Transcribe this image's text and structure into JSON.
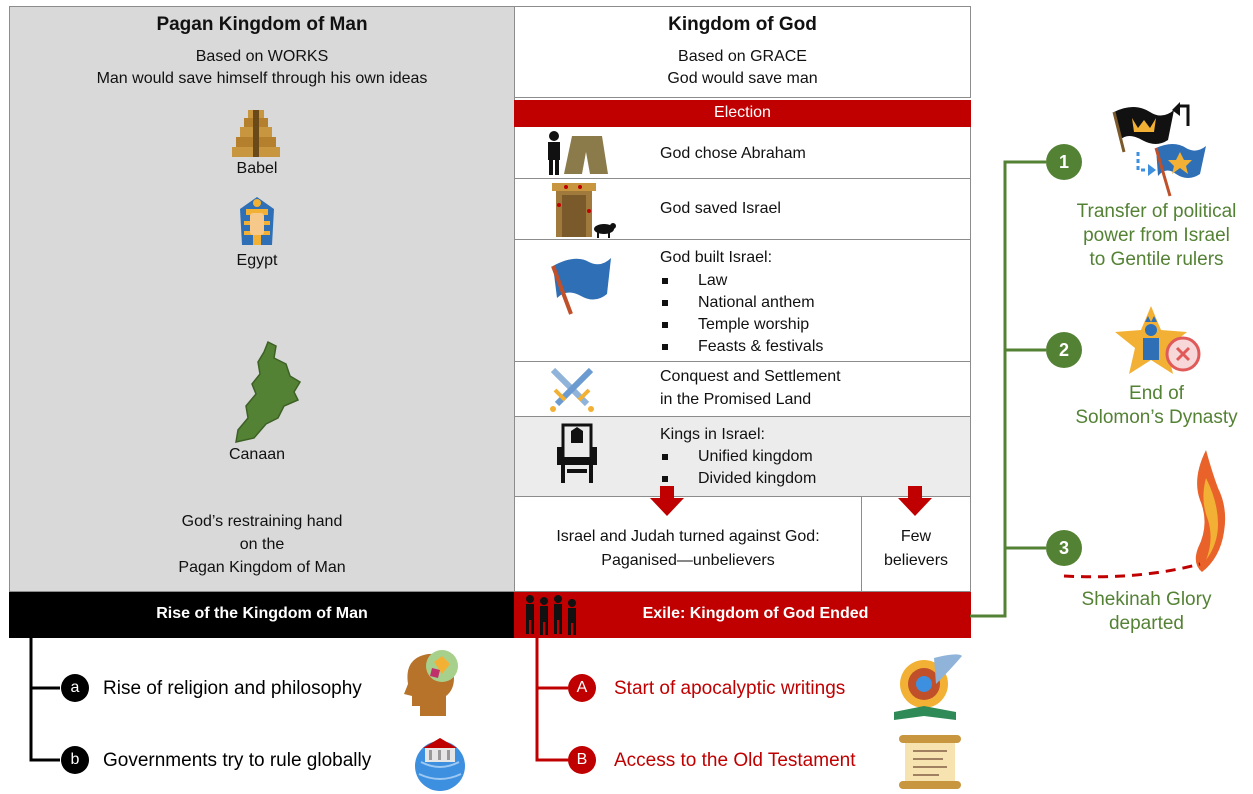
{
  "left": {
    "title": "Pagan Kingdom of Man",
    "subtitle1": "Based on WORKS",
    "subtitle2": "Man would save himself through his own ideas",
    "babel": "Babel",
    "egypt": "Egypt",
    "canaan": "Canaan",
    "restrain1": "God’s restraining hand",
    "restrain2": "on the",
    "restrain3": "Pagan Kingdom of Man",
    "banner": "Rise of the Kingdom of Man"
  },
  "right": {
    "title": "Kingdom of God",
    "subtitle1": "Based on GRACE",
    "subtitle2": "God would save man",
    "election": "Election",
    "rows": {
      "abraham": "God chose Abraham",
      "saved": "God saved Israel",
      "built": "God built Israel:",
      "built_items": [
        "Law",
        "National anthem",
        "Temple worship",
        "Feasts & festivals"
      ],
      "conquest1": "Conquest and Settlement",
      "conquest2": "in the Promised Land",
      "kings": "Kings in Israel:",
      "kings_items": [
        "Unified kingdom",
        "Divided kingdom"
      ]
    },
    "turned1": "Israel and Judah turned against God:",
    "turned2": "Paganised—unbelievers",
    "few1": "Few",
    "few2": "believers",
    "banner": "Exile: Kingdom of God Ended"
  },
  "left_list": [
    {
      "marker": "a",
      "text": "Rise of religion and philosophy"
    },
    {
      "marker": "b",
      "text": "Governments try to rule globally"
    }
  ],
  "right_list": [
    {
      "marker": "A",
      "text": "Start of apocalyptic writings"
    },
    {
      "marker": "B",
      "text": "Access to the Old Testament"
    }
  ],
  "consequences": [
    {
      "num": "1",
      "line1": "Transfer of political",
      "line2": "power from Israel",
      "line3": "to Gentile rulers"
    },
    {
      "num": "2",
      "line1": "End of",
      "line2": "Solomon’s Dynasty"
    },
    {
      "num": "3",
      "line1": "Shekinah Glory",
      "line2": "departed"
    }
  ],
  "colors": {
    "red": "#c00000",
    "green": "#548235",
    "gray": "#d9d9d9",
    "black": "#000000"
  }
}
